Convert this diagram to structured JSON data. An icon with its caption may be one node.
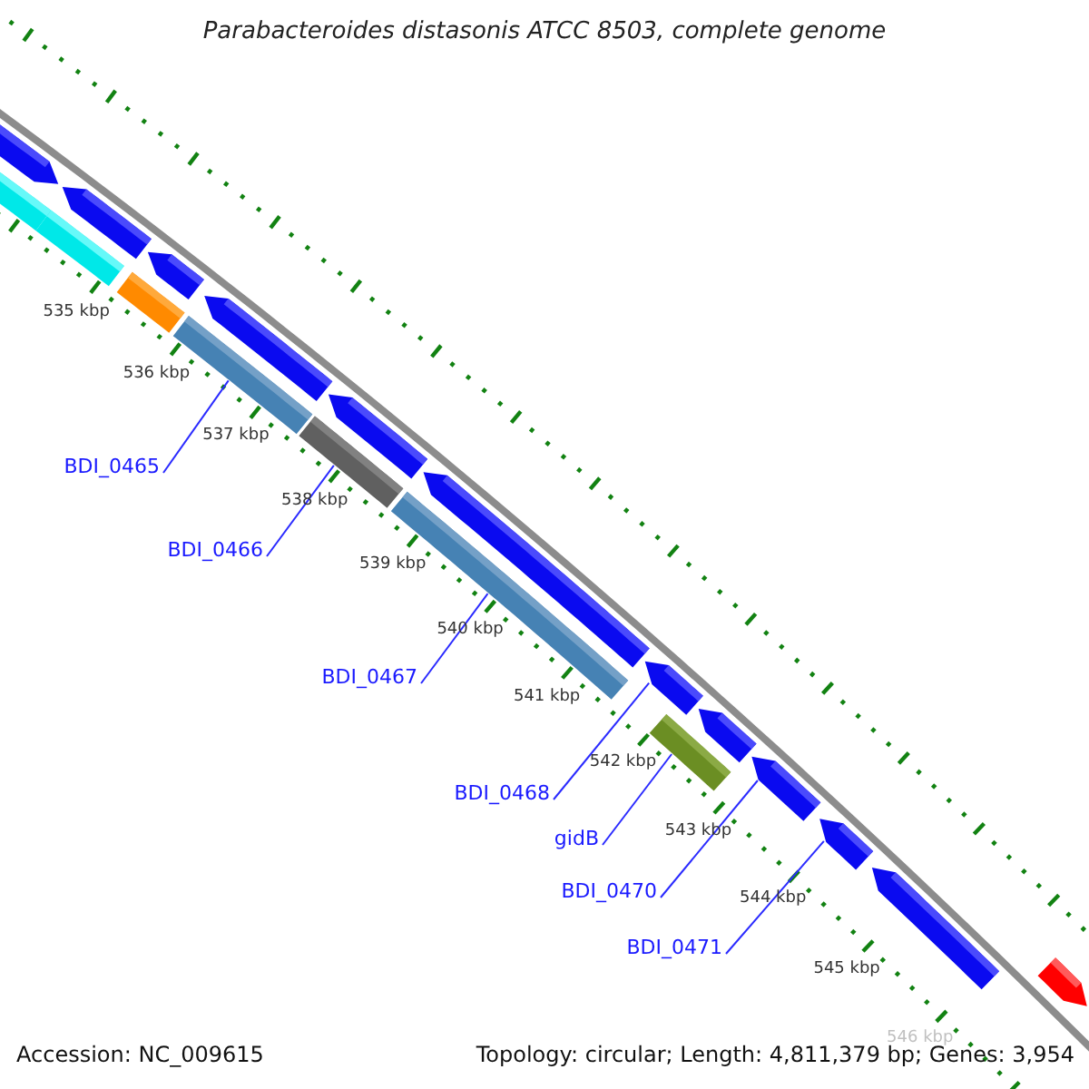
{
  "diagram": {
    "title": "Parabacteroides distasonis ATCC 8503, complete genome",
    "nodes": [
      {
        "text": [],
        "shape": "pentagon"
      },
      {
        "text": [],
        "shape": "bar"
      },
      {
        "text": [],
        "shape": "pentagon"
      },
      {
        "text": [],
        "shape": "bar"
      },
      {
        "text": [],
        "shape": "pentagon"
      },
      {
        "text": [],
        "shape": "bar"
      },
      {
        "text": [],
        "shape": "pentagon"
      },
      {
        "text": [],
        "shape": "bar"
      },
      {
        "text": [],
        "shape": "pentagon"
      },
      {
        "text": [],
        "shape": "bar"
      },
      {
        "text": [],
        "shape": "pentagon"
      },
      {
        "text": [],
        "shape": "bar"
      },
      {
        "text": [],
        "shape": "pentagon"
      },
      {
        "text": [],
        "shape": "bar"
      },
      {
        "text": [],
        "shape": "pentagon"
      },
      {
        "text": [],
        "shape": "pentagon"
      },
      {
        "text": [],
        "shape": "pentagon"
      },
      {
        "text": [],
        "shape": "pentagon"
      },
      {
        "text": [],
        "shape": "pentagon"
      },
      {
        "text": [
          "BDI_0465"
        ]
      },
      {
        "text": [
          "BDI_0466"
        ]
      },
      {
        "text": [
          "BDI_0467"
        ]
      },
      {
        "text": [
          "BDI_0468"
        ]
      },
      {
        "text": [
          "gidB"
        ]
      },
      {
        "text": [
          "BDI_0470"
        ]
      },
      {
        "text": [
          "BDI_0471"
        ]
      }
    ],
    "edges": [
      {
        "from": 19,
        "to": 7,
        "arrow": "none"
      },
      {
        "from": 20,
        "to": 9,
        "arrow": "none"
      },
      {
        "from": 21,
        "to": 11,
        "arrow": "none"
      },
      {
        "from": 22,
        "to": 12,
        "arrow": "none"
      },
      {
        "from": 23,
        "to": 13,
        "arrow": "none"
      },
      {
        "from": 24,
        "to": 15,
        "arrow": "none"
      },
      {
        "from": 25,
        "to": 16,
        "arrow": "none"
      }
    ],
    "labels": [
      "535 kbp",
      "536 kbp",
      "537 kbp",
      "538 kbp",
      "539 kbp",
      "540 kbp",
      "541 kbp",
      "542 kbp",
      "543 kbp",
      "544 kbp",
      "545 kbp",
      "546 kbp",
      "Accession: NC_009615",
      "Topology: circular; Length: 4,811,379 bp; Genes: 3,954"
    ]
  }
}
